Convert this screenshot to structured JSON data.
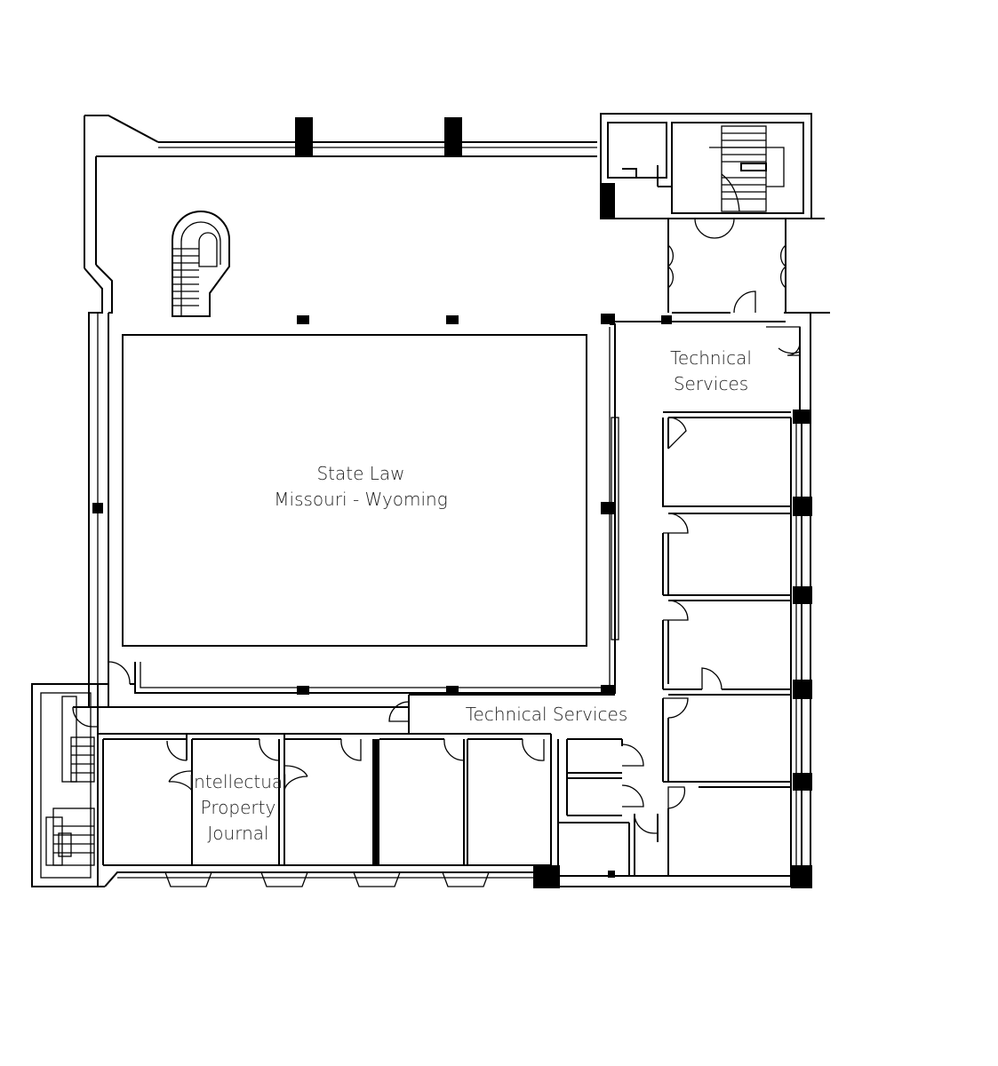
{
  "rooms": {
    "main": {
      "line1": "State Law",
      "line2": "Missouri - Wyoming"
    },
    "tech_east": {
      "line1": "Technical",
      "line2": "Services"
    },
    "tech_south": {
      "label": "Technical Services"
    },
    "ipj": {
      "line1": "Intellectual",
      "line2": "Property",
      "line3": "Journal"
    }
  },
  "colors": {
    "line": "#000000",
    "background": "#ffffff"
  }
}
